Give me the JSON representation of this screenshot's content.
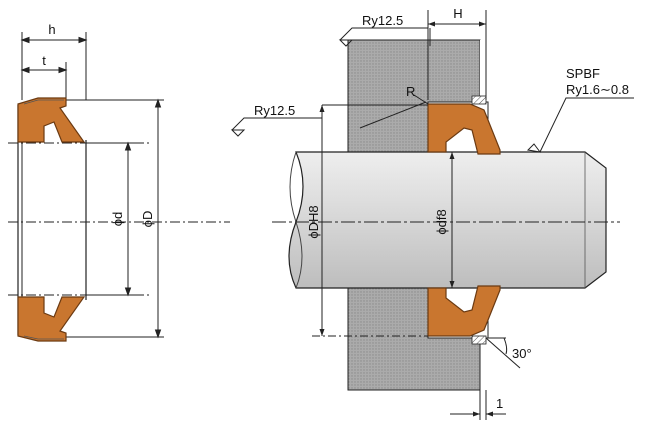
{
  "labels": {
    "h": "h",
    "t": "t",
    "phi_d": "ϕd",
    "phi_D": "ϕD",
    "H": "H",
    "ry_top": "Ry12.5",
    "ry_left": "Ry12.5",
    "R": "R",
    "spbf": "SPBF",
    "ry_range": "Ry1.6∼0.8",
    "phi_DH8": "ϕDH8",
    "phi_df8": "ϕdf8",
    "angle": "30°",
    "one": "1"
  },
  "colors": {
    "seal": "#c9762f",
    "seal_edge": "#6b3a12",
    "housing": "#a7a7a7",
    "rod": "#d9d9d9",
    "line": "#222222"
  }
}
